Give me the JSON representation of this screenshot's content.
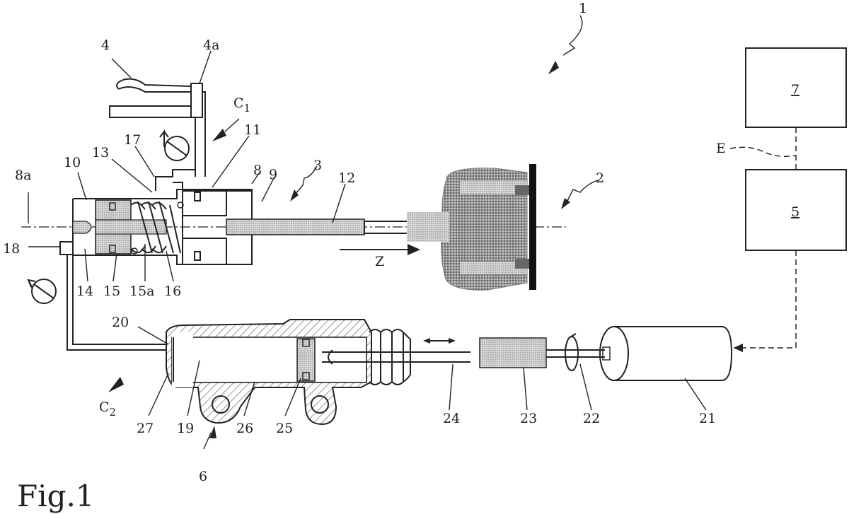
{
  "figure_label": "Fig.1",
  "labels": {
    "l1": "1",
    "l2": "2",
    "l3": "3",
    "l4": "4",
    "l4a": "4a",
    "l5": "5",
    "l6": "6",
    "l7": "7",
    "l8": "8",
    "l8a": "8a",
    "l9": "9",
    "l10": "10",
    "l11": "11",
    "l12": "12",
    "l13": "13",
    "l14": "14",
    "l15": "15",
    "l15a": "15a",
    "l16": "16",
    "l17": "17",
    "l18": "18",
    "l19": "19",
    "l20": "20",
    "l21": "21",
    "l22": "22",
    "l23": "23",
    "l24": "24",
    "l25": "25",
    "l26": "26",
    "l27": "27",
    "c1": "C",
    "c1sub": "1",
    "c2": "C",
    "c2sub": "2",
    "z": "Z",
    "e": "E"
  }
}
